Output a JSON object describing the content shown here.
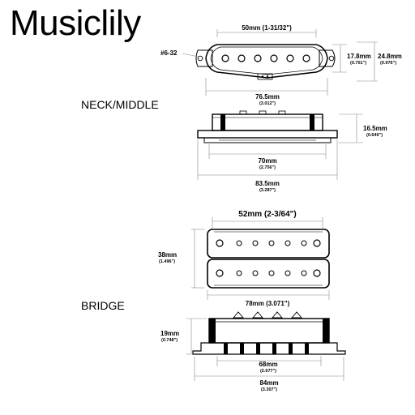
{
  "brand": "Musiclily",
  "sections": {
    "neck_middle": "NECK/MIDDLE",
    "bridge": "BRIDGE"
  },
  "single_coil": {
    "top_width": "50mm (1-31/32\")",
    "screw": "#6-32",
    "height_a_mm": "17.8mm",
    "height_a_in": "(0.701\")",
    "height_b_mm": "24.8mm",
    "height_b_in": "(0.976\")",
    "length_mm": "76.5mm",
    "length_in": "(3.012\")",
    "side_height_mm": "16.5mm",
    "side_height_in": "(0.649\")",
    "inner_mm": "70mm",
    "inner_in": "(2.756\")",
    "total_mm": "83.5mm",
    "total_in": "(3.287\")"
  },
  "humbucker": {
    "top_width": "52mm (2-3/64\")",
    "height_mm": "38mm",
    "height_in": "(1.496\")",
    "length_label": "78mm (3.071\")",
    "side_height_mm": "19mm",
    "side_height_in": "(0.748\")",
    "inner_mm": "68mm",
    "inner_in": "(2.677\")",
    "total_mm": "84mm",
    "total_in": "(3.307\")"
  }
}
